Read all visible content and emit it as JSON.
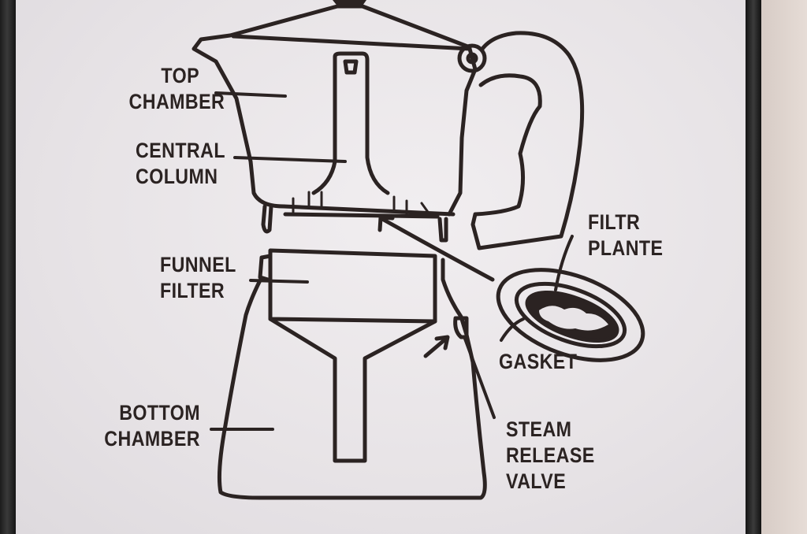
{
  "diagram": {
    "labels": {
      "top_chamber": [
        "TOP",
        "CHAMBER"
      ],
      "central_column": [
        "CENTRAL",
        "COLUMN"
      ],
      "funnel_filter": [
        "FUNNEL",
        "FILTER"
      ],
      "bottom_chamber": [
        "BOTTOM",
        "CHAMBER"
      ],
      "filter_plate": [
        "FILTR",
        "PLANTE"
      ],
      "gasket": [
        "GASKET"
      ],
      "steam_release_valve": [
        "STEAM",
        "RELEASE",
        "VALVE"
      ]
    },
    "colors": {
      "ink": "#2b2322",
      "paper": "#ebe7ea",
      "frame": "#222222"
    }
  }
}
